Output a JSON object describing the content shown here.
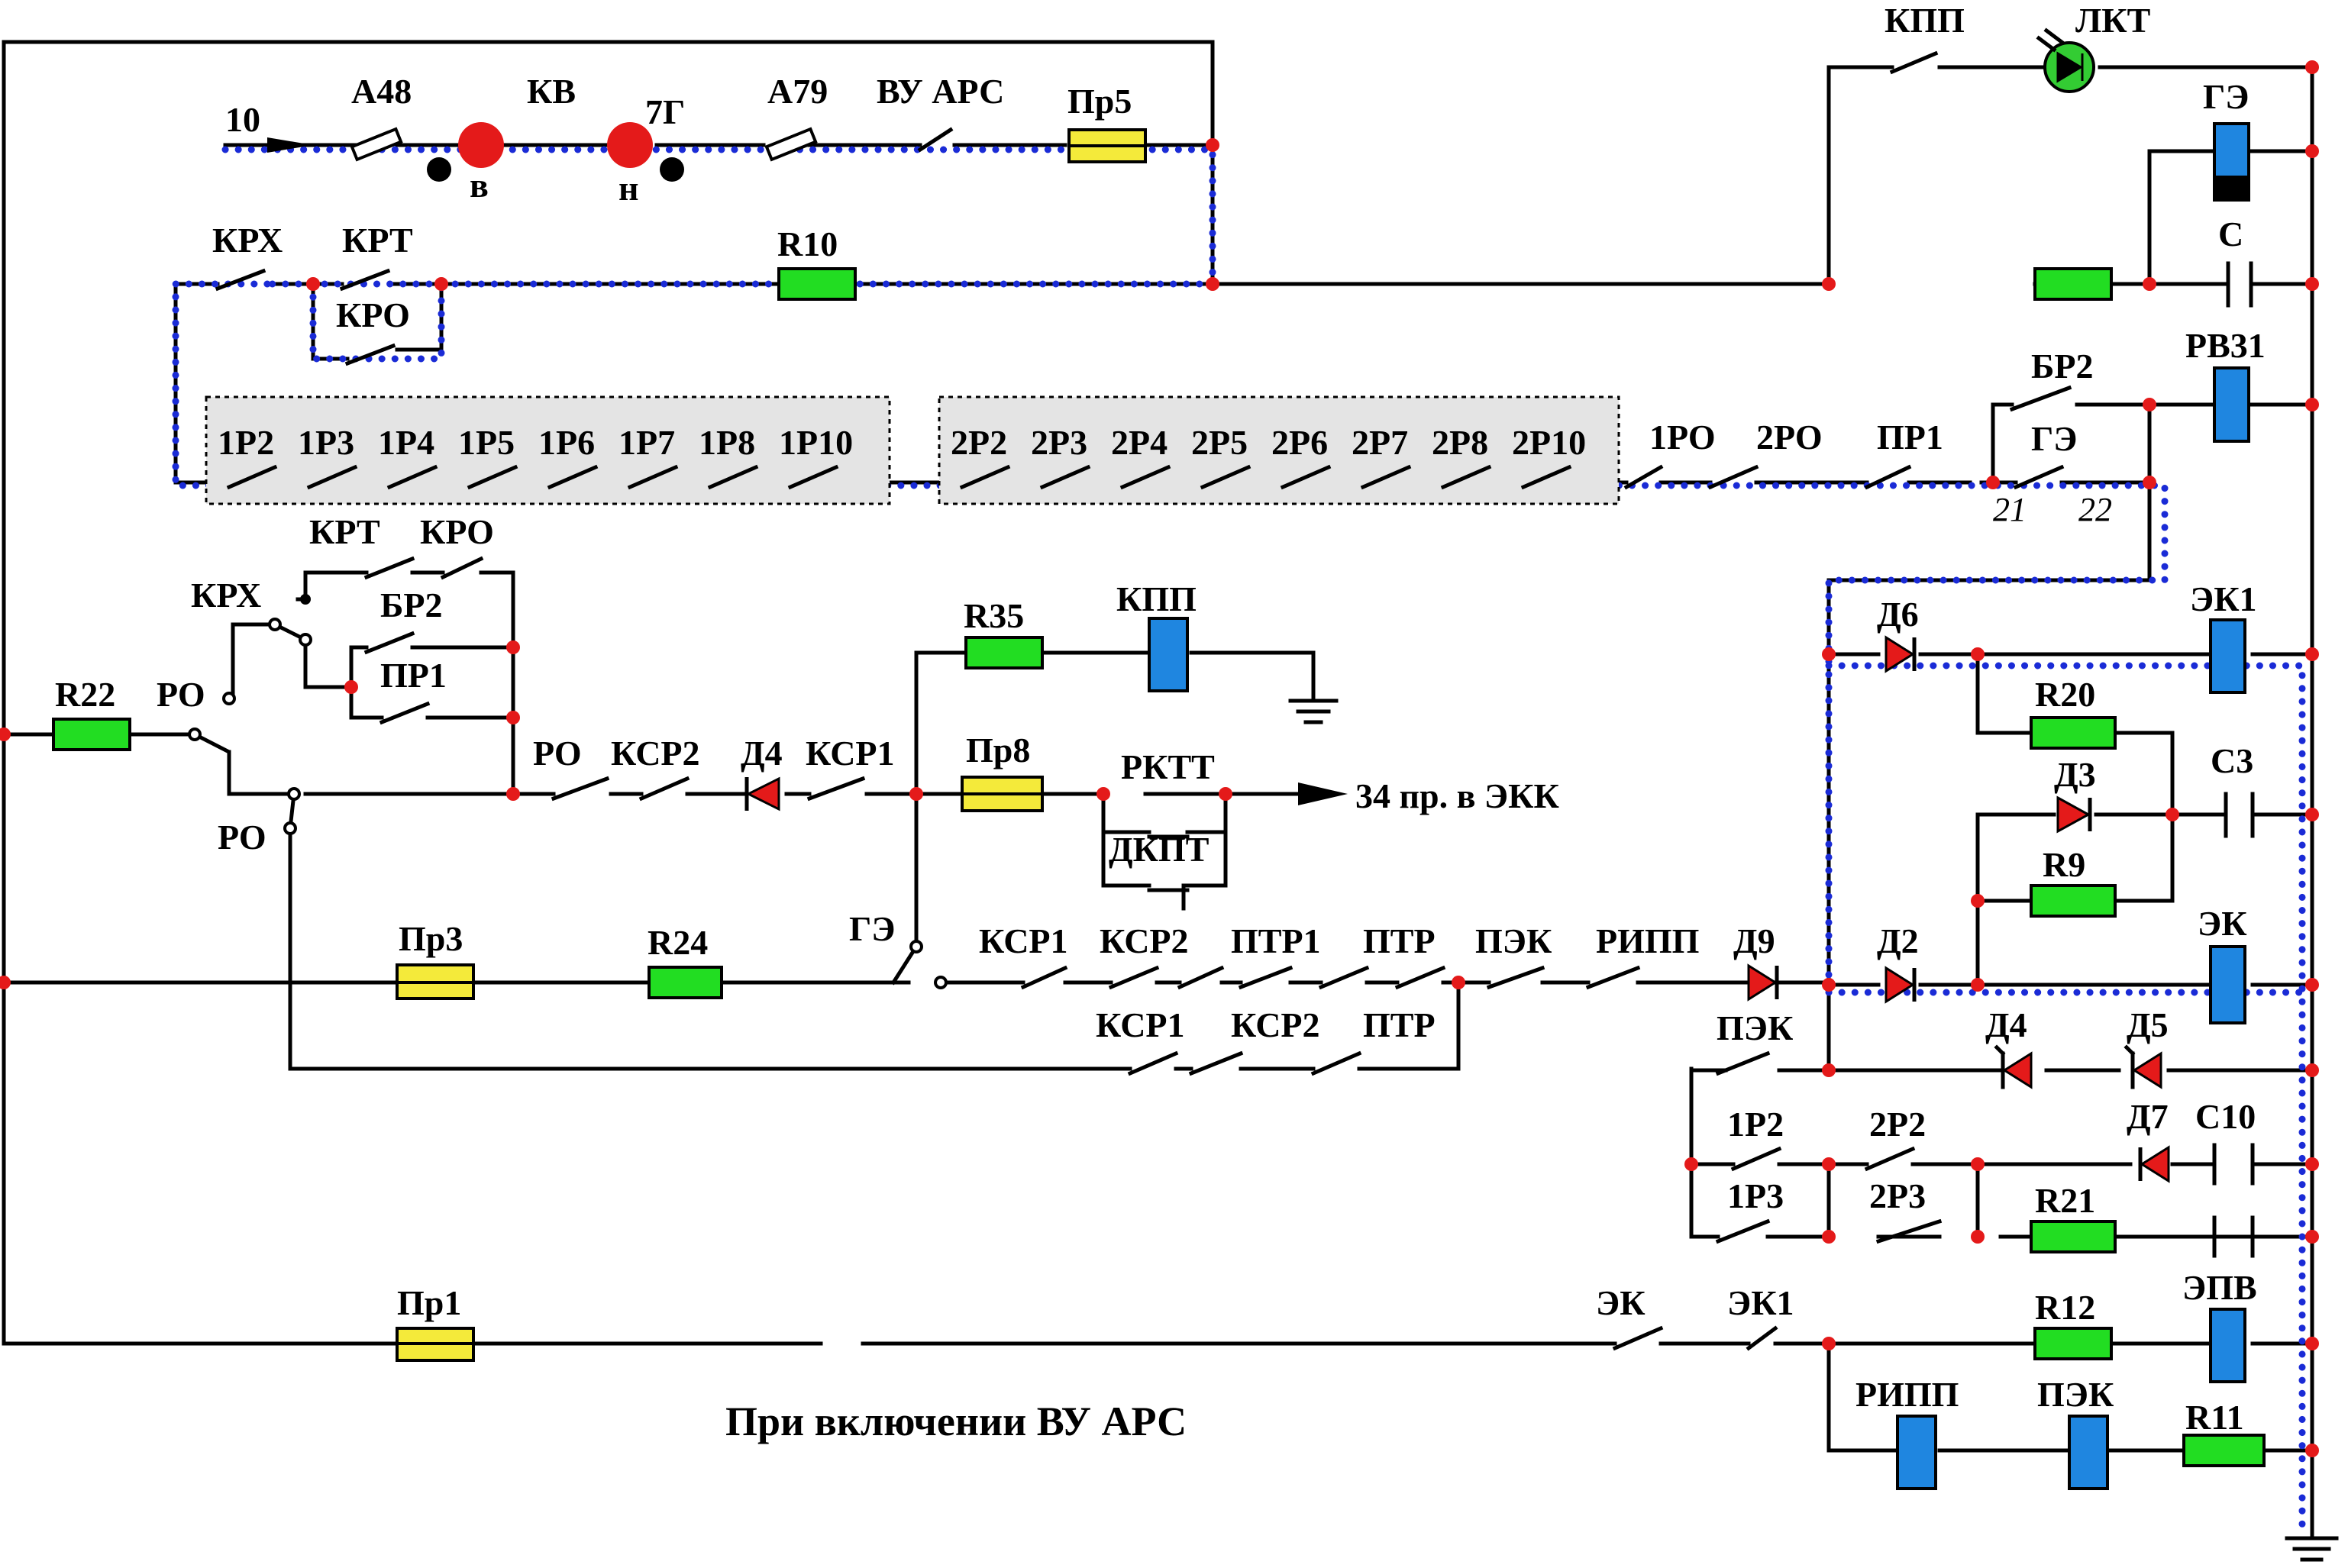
{
  "caption": "При включении ВУ АРС",
  "colors": {
    "resistor": "#22dd22",
    "fuse": "#f4ea3a",
    "coil": "#1f86e0",
    "node": "#e41a1a",
    "current_path": "#1a2bd6",
    "lamp": "#33cc33"
  },
  "labels": {
    "wire10": "10",
    "a48": "А48",
    "kv": "КВ",
    "w7g": "7Г",
    "a79": "А79",
    "vu_ars": "ВУ АРС",
    "pr5": "Пр5",
    "kv_v": "в",
    "kv_n": "н",
    "kpp_top": "КПП",
    "lkt": "ЛКТ",
    "ge_top": "ГЭ",
    "c": "С",
    "krh_top": "КРХ",
    "krt_top": "КРТ",
    "kro_top": "КРО",
    "r10": "R10",
    "br2_top": "БР2",
    "ge_mid": "ГЭ",
    "rv31": "РВ31",
    "g1": [
      "1Р2",
      "1Р3",
      "1Р4",
      "1Р5",
      "1Р6",
      "1Р7",
      "1Р8",
      "1Р10"
    ],
    "g2": [
      "2Р2",
      "2Р3",
      "2Р4",
      "2Р5",
      "2Р6",
      "2Р7",
      "2Р8",
      "2Р10"
    ],
    "ro1": "1РО",
    "ro2": "2РО",
    "pr1_top": "ПР1",
    "t21": "21",
    "t22": "22",
    "krt_mid": "КРТ",
    "kro_mid": "КРО",
    "krh_mid": "КРХ",
    "br2_mid": "БР2",
    "pr1_mid": "ПР1",
    "r22": "R22",
    "ro_a": "РО",
    "ro_b": "РО",
    "ro_c": "РО",
    "ksr2_a": "КСР2",
    "d4_a": "Д4",
    "ksr1_a": "КСР1",
    "r35": "R35",
    "kpp_mid": "КПП",
    "pr8": "Пр8",
    "rktt": "РКТТ",
    "dkpt": "ДКПТ",
    "out34": "34 пр. в ЭКК",
    "d6": "Д6",
    "ek1_coil": "ЭК1",
    "r20": "R20",
    "d3": "Д3",
    "c3": "С3",
    "r9": "R9",
    "d2": "Д2",
    "ek_coil": "ЭК",
    "pr3": "Пр3",
    "r24": "R24",
    "ge_low": "ГЭ",
    "ksr1_b": "КСР1",
    "ksr2_b": "КСР2",
    "ptr1": "ПТР1",
    "ptr_b": "ПТР",
    "pek_b": "ПЭК",
    "ripp_b": "РИПП",
    "d9": "Д9",
    "ksr1_c": "КСР1",
    "ksr2_c": "КСР2",
    "ptr_c": "ПТР",
    "pek_c": "ПЭК",
    "d4_b": "Д4",
    "d5": "Д5",
    "r1p2": "1Р2",
    "r2p2": "2Р2",
    "d7": "Д7",
    "c10": "С10",
    "r1p3": "1Р3",
    "r2p3": "2Р3",
    "r21": "R21",
    "pr1_bot": "Пр1",
    "ek_bot": "ЭК",
    "ek1_bot": "ЭК1",
    "r12": "R12",
    "epv": "ЭПВ",
    "ripp_coil": "РИПП",
    "pek_coil": "ПЭК",
    "r11": "R11"
  }
}
